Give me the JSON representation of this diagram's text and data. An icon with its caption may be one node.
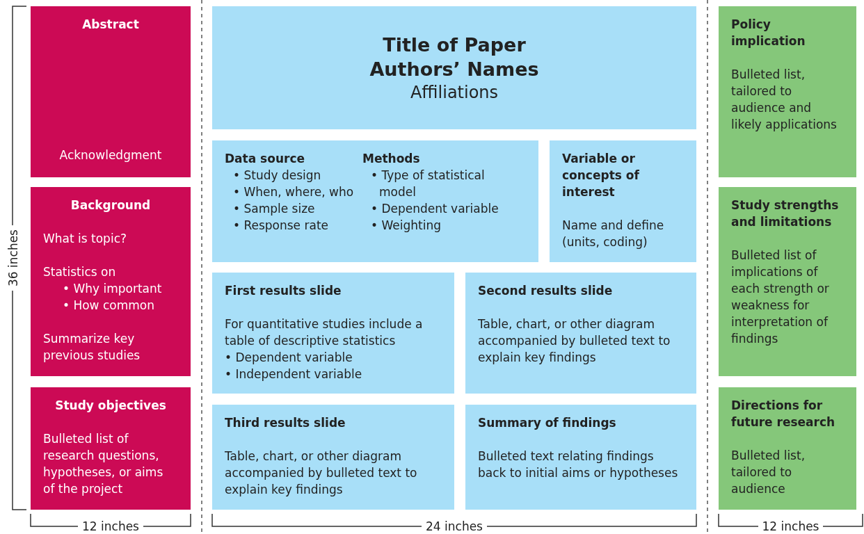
{
  "diagram": {
    "nodes": [
      {
        "text": [
          "Abstract",
          "Acknowledgment"
        ]
      },
      {
        "text": [
          "Background",
          "What is topic?",
          "Statistics on",
          "• Why important",
          "• How common",
          "Summarize key previous studies"
        ]
      },
      {
        "text": [
          "Study objectives",
          "Bulleted list of research questions, hypotheses, or aims of the project"
        ]
      },
      {
        "text": [
          "Title of Paper",
          "Authors’ Names",
          "Affiliations"
        ]
      },
      {
        "text": [
          "Data source",
          "• Study design",
          "• When, where, who",
          "• Sample size",
          "• Response rate",
          "Methods",
          "• Type of statistical model",
          "• Dependent variable",
          "• Weighting"
        ]
      },
      {
        "text": [
          "Variable or concepts of interest",
          "Name and define (units, coding)"
        ]
      },
      {
        "text": [
          "First results slide",
          "For quantitative studies include a table of descriptive statistics",
          "• Dependent variable",
          "• Independent variable"
        ]
      },
      {
        "text": [
          "Second results slide",
          "Table, chart, or other diagram accompanied by bulleted text to explain key findings"
        ]
      },
      {
        "text": [
          "Third results slide",
          "Table, chart, or other diagram accompanied by bulleted text to explain key findings"
        ]
      },
      {
        "text": [
          "Summary of findings",
          "Bulleted text relating findings back to initial aims or hypotheses"
        ]
      },
      {
        "text": [
          "Policy implication",
          "Bulleted list, tailored to audience and likely applications"
        ]
      },
      {
        "text": [
          "Study strengths and limitations",
          "Bulleted list of implications of each strength or weakness for interpretation of findings"
        ]
      },
      {
        "text": [
          "Directions for future research",
          "Bulleted list, tailored to audience"
        ]
      }
    ],
    "labels": [
      "36 inches",
      "12 inches",
      "24 inches",
      "12 inches"
    ]
  }
}
